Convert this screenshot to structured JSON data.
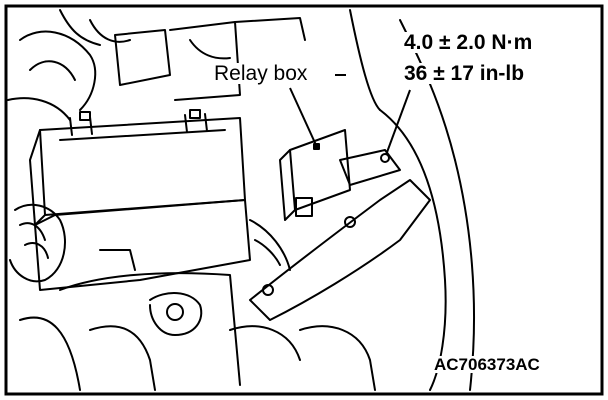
{
  "labels": {
    "relay_box": "Relay box",
    "torque_metric": "4.0 ± 2.0 N·m",
    "torque_imperial": "36 ± 17 in-lb",
    "figure_code": "AC706373AC"
  },
  "colors": {
    "line": "#000000",
    "background": "#ffffff"
  }
}
